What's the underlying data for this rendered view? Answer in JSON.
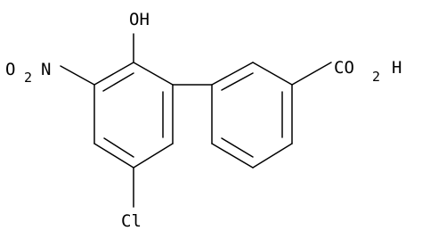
{
  "molecule": {
    "labels": {
      "hydroxyl": "OH",
      "nitro_o": "O",
      "nitro_sub": "2",
      "nitro_n": "N",
      "carboxyl_co": "CO",
      "carboxyl_sub": "2",
      "carboxyl_h": "H",
      "chloro": "Cl"
    },
    "colors": {
      "ink": "#000000",
      "background": "#ffffff"
    }
  }
}
